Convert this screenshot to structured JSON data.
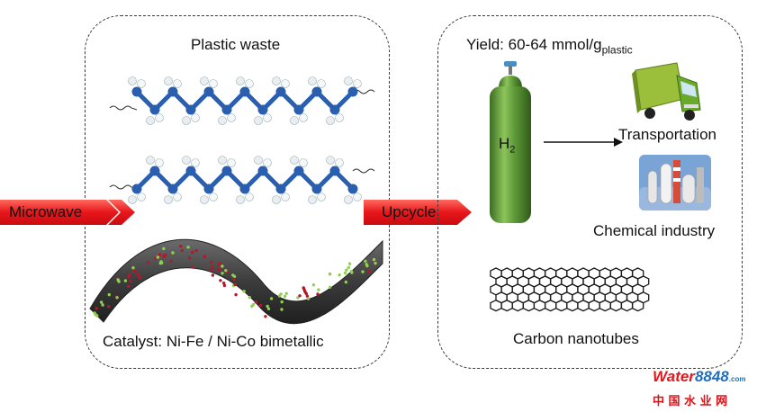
{
  "left_panel": {
    "title": "Plastic waste",
    "catalyst_label": "Catalyst: Ni-Fe / Ni-Co bimetallic"
  },
  "arrows": {
    "microwave": "Microwave",
    "upcycle": "Upcycle"
  },
  "right_panel": {
    "yield_prefix": "Yield: 60-64 mmol/g",
    "yield_subscript": "plastic",
    "cylinder_label_main": "H",
    "cylinder_label_sub": "2",
    "transportation": "Transportation",
    "chemical_industry": "Chemical industry",
    "carbon_nanotubes": "Carbon nanotubes"
  },
  "watermark": {
    "brand_main": "Water",
    "brand_num": "8848",
    "brand_dom": ".com",
    "brand_cn": "中 国 水 业 网"
  },
  "colors": {
    "arrow_red": "#e8161b",
    "cylinder_green": "#5f9a3a",
    "molecule_blue": "#2a5fb0",
    "dashed_border": "#3a3a3a"
  }
}
